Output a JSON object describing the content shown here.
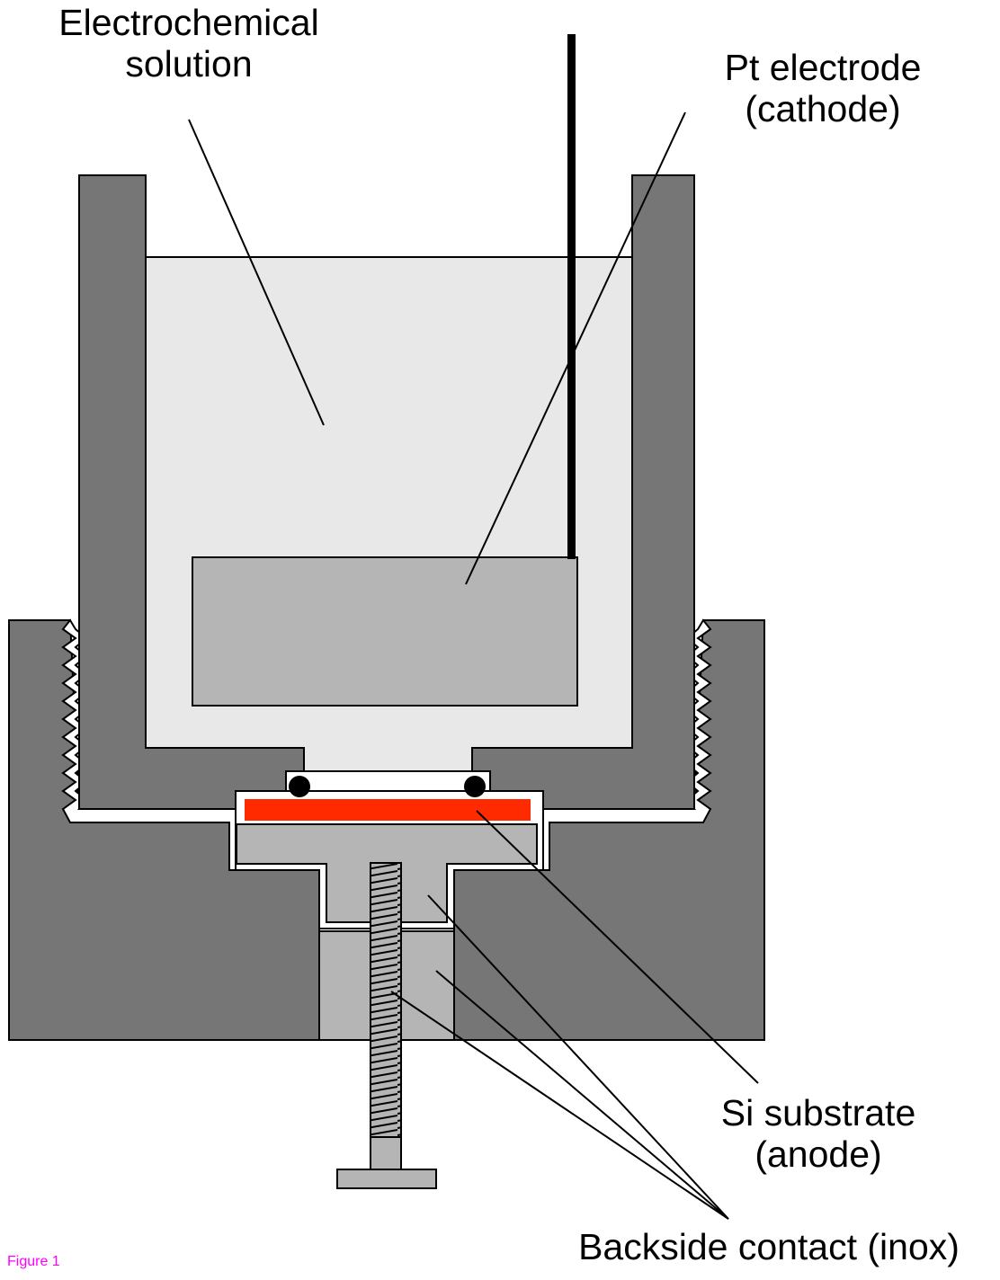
{
  "labels": {
    "solution": [
      "Electrochemical",
      "solution"
    ],
    "pt_electrode": [
      "Pt electrode",
      "(cathode)"
    ],
    "si_substrate": [
      "Si substrate",
      "(anode)"
    ],
    "backside_contact": "Backside contact (inox)"
  },
  "figure_label": "Figure 1",
  "colors": {
    "cell_body": "#767676",
    "solution": "#e8e8e8",
    "electrode": "#b5b5b5",
    "contact": "#b5b5b5",
    "substrate": "#ff2a00",
    "outline": "#000000",
    "o_ring": "#000000",
    "figure_label": "#ff00ff"
  }
}
